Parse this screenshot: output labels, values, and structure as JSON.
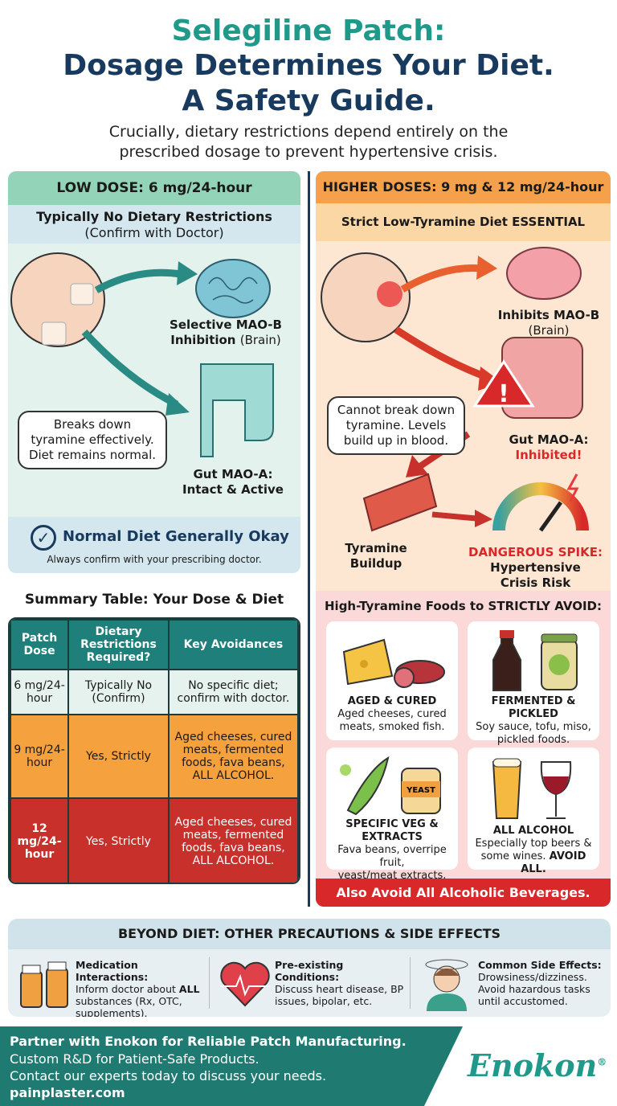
{
  "header": {
    "title_line1": "Selegiline Patch:",
    "title_line2": "Dosage Determines Your Diet.",
    "title_line3": "A Safety Guide.",
    "subtitle_line1": "Crucially, dietary restrictions depend entirely on the",
    "subtitle_line2": "prescribed dosage to prevent hypertensive crisis."
  },
  "low_dose": {
    "heading": "LOW DOSE: 6 mg/24-hour",
    "subheading": "Typically No Dietary Restrictions",
    "subnote": "(Confirm with Doctor)",
    "brain_label_bold": "Selective MAO-B",
    "brain_label_bold2": "Inhibition",
    "brain_label_rest": "(Brain)",
    "bubble": [
      "Breaks down",
      "tyramine effectively.",
      "Diet remains normal."
    ],
    "gut_label": [
      "Gut MAO-A:",
      "Intact & Active"
    ],
    "footer_title": "Normal Diet Generally Okay",
    "footer_note": "Always confirm with your prescribing doctor.",
    "icon": "check-circle-icon"
  },
  "high_dose": {
    "heading": "HIGHER DOSES: 9 mg & 12 mg/24-hour",
    "subheading": "Strict Low-Tyramine Diet ESSENTIAL",
    "brain_label": "Inhibits MAO-B",
    "brain_sub": "(Brain)",
    "bubble": [
      "Cannot break down",
      "tyramine. Levels",
      "build up in blood."
    ],
    "gut_label": "Gut MAO-A:",
    "gut_status": "Inhibited!",
    "buildup_label": [
      "Tyramine",
      "Buildup"
    ],
    "spike_label": "DANGEROUS SPIKE:",
    "spike_sub": [
      "Hypertensive",
      "Crisis Risk"
    ],
    "foods_heading": "High-Tyramine Foods to STRICTLY AVOID:",
    "foods": [
      {
        "title": "AGED & CURED",
        "desc": [
          "Aged cheeses, cured",
          "meats, smoked fish."
        ],
        "icon": "cheese-salami-icon"
      },
      {
        "title": "FERMENTED & PICKLED",
        "desc": [
          "Soy sauce, tofu, miso,",
          "pickled foods."
        ],
        "icon": "soy-sauce-pickle-jar-icon"
      },
      {
        "title": "SPECIFIC VEG &",
        "title2": "EXTRACTS",
        "desc": [
          "Fava beans, overripe fruit,",
          "yeast/meat extracts."
        ],
        "icon": "fava-bean-yeast-jar-icon",
        "jar_label": "YEAST"
      },
      {
        "title": "ALL ALCOHOL",
        "desc": [
          "Especially top beers &"
        ],
        "desc_end": "some wines.",
        "desc_bold": "AVOID ALL.",
        "icon": "beer-wine-icon"
      }
    ],
    "banner": "Also Avoid All Alcoholic Beverages."
  },
  "summary": {
    "title": "Summary Table: Your Dose & Diet",
    "columns": [
      "Patch Dose",
      "Dietary Restrictions Required?",
      "Key Avoidances"
    ],
    "rows": [
      {
        "dose": "6 mg/24-hour",
        "required": "Typically No (Confirm)",
        "avoid": "No specific diet; confirm with doctor.",
        "color": "#e6f2ee"
      },
      {
        "dose": "9 mg/24-hour",
        "required": "Yes, Strictly",
        "avoid": "Aged cheeses, cured meats, fermented foods, fava beans, ALL ALCOHOL.",
        "color": "#f5a13d"
      },
      {
        "dose": "12 mg/24-hour",
        "required": "Yes, Strictly",
        "avoid": "Aged cheeses, cured meats, fermented foods, fava beans, ALL ALCOHOL.",
        "color": "#c8302b"
      }
    ]
  },
  "beyond": {
    "heading": "BEYOND DIET: OTHER PRECAUTIONS & SIDE EFFECTS",
    "items": [
      {
        "title": "Medication Interactions:",
        "text_a": "Inform doctor about ",
        "text_bold": "ALL",
        "text_b": " substances (Rx, OTC, supplements).",
        "icon": "pill-bottles-icon"
      },
      {
        "title": "Pre-existing Conditions:",
        "text": "Discuss heart disease, BP issues, bipolar, etc.",
        "icon": "heart-pulse-icon"
      },
      {
        "title": "Common Side Effects:",
        "text": "Drowsiness/dizziness. Avoid hazardous tasks until accustomed.",
        "icon": "dizzy-person-icon"
      }
    ]
  },
  "footer": {
    "line1": "Partner with Enokon for Reliable Patch Manufacturing.",
    "line2": "Custom R&D for Patient-Safe Products.",
    "line3": "Contact our experts today to discuss your needs.",
    "line4": "painplaster.com",
    "logo": "Enokon",
    "colors": {
      "teal": "#1f7a72"
    }
  },
  "colors": {
    "teal": "#1f9a8a",
    "navy": "#173a5e",
    "orange": "#f5a04a",
    "red": "#d8282a"
  }
}
